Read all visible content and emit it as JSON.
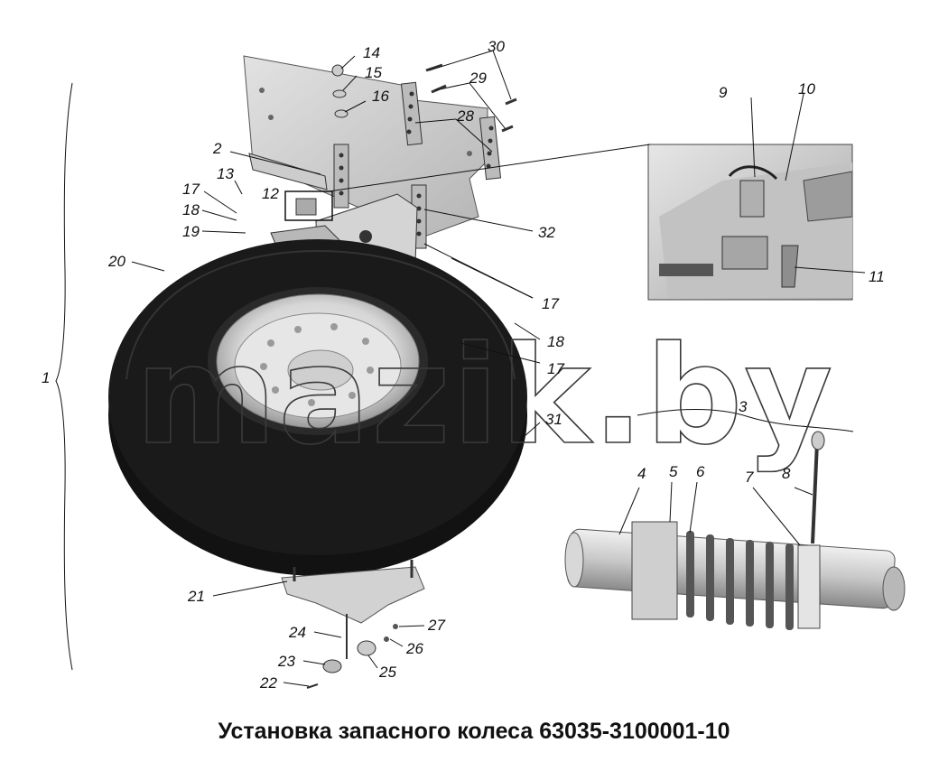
{
  "title": "Установка запасного колеса 63035-3100001-10",
  "watermark": "mazik.by",
  "corner_mark": "",
  "labels": {
    "l1": "1",
    "l2": "2",
    "l3": "3",
    "l4": "4",
    "l5": "5",
    "l6": "6",
    "l7": "7",
    "l8": "8",
    "l9": "9",
    "l10": "10",
    "l11": "11",
    "l12": "12",
    "l13": "13",
    "l14": "14",
    "l15": "15",
    "l16": "16",
    "l17a": "17",
    "l17b": "17",
    "l17c": "17",
    "l18a": "18",
    "l18b": "18",
    "l19": "19",
    "l20": "20",
    "l21": "21",
    "l22": "22",
    "l23": "23",
    "l24": "24",
    "l25": "25",
    "l26": "26",
    "l27": "27",
    "l28": "28",
    "l29": "29",
    "l30": "30",
    "l31": "31",
    "l32": "32"
  },
  "colors": {
    "tire": "#111111",
    "rim": "#d8d8d8",
    "metal": "#bdbdbd",
    "plate": "#cfcfcf",
    "line": "#111111"
  }
}
